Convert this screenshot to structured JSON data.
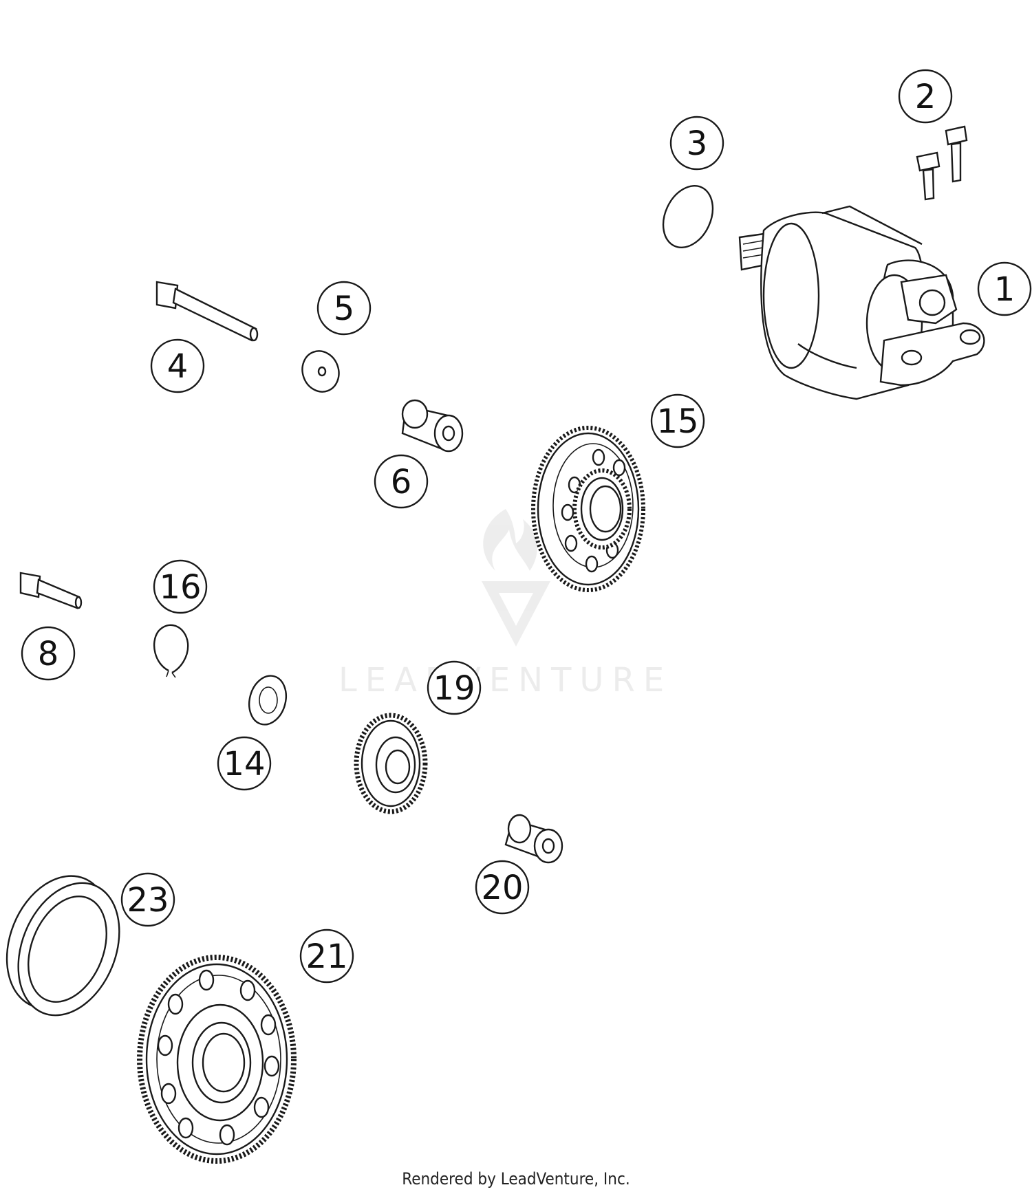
{
  "callouts": {
    "c1": "1",
    "c2": "2",
    "c3": "3",
    "c4": "4",
    "c5": "5",
    "c6": "6",
    "c8": "8",
    "c14": "14",
    "c15": "15",
    "c16": "16",
    "c19": "19",
    "c20": "20",
    "c21": "21",
    "c23": "23"
  },
  "watermark": {
    "text": "LEADVENTURE"
  },
  "footer": {
    "text": "Rendered by LeadVenture, Inc."
  },
  "colors": {
    "line": "#1a1a1a",
    "watermark": "#ececec",
    "background": "#ffffff"
  }
}
